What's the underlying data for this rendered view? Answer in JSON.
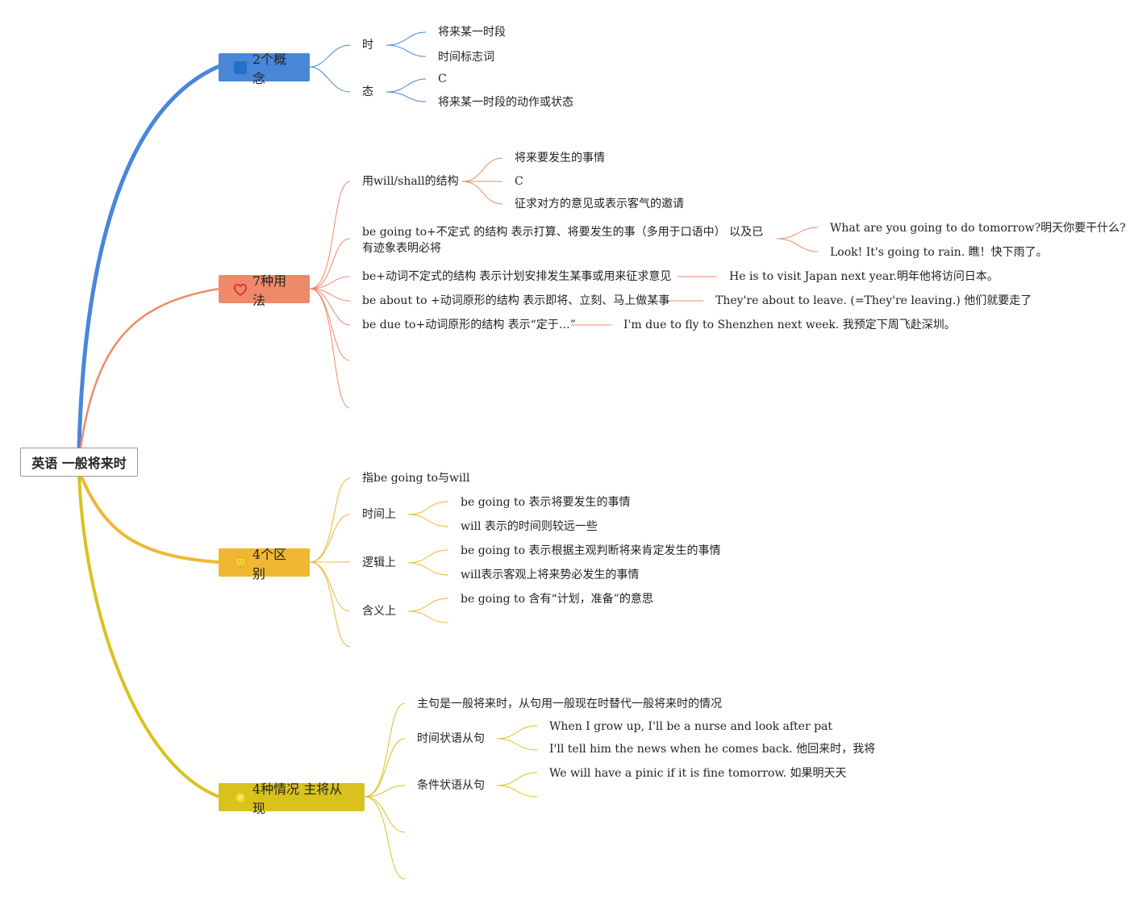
{
  "root": "英语 一般将来时",
  "colors": {
    "blue": "#4a86d8",
    "orange": "#ee8a6a",
    "yellow": "#f0b732",
    "olive": "#d9c21e"
  },
  "branches": [
    {
      "label": "2个概念",
      "icon": "square-icon",
      "children": [
        {
          "label": "时",
          "children": [
            {
              "label": "将来某一时段"
            },
            {
              "label": "时间标志词"
            }
          ]
        },
        {
          "label": "态",
          "children": [
            {
              "label": "C"
            },
            {
              "label": "将来某一时段的动作或状态"
            }
          ]
        }
      ]
    },
    {
      "label": "7种用法",
      "icon": "heart-icon",
      "children": [
        {
          "label": "用will/shall的结构",
          "children": [
            {
              "label": "将来要发生的事情"
            },
            {
              "label": "C"
            },
            {
              "label": "征求对方的意见或表示客气的邀请"
            }
          ]
        },
        {
          "label": "be going to+不定式 的结构 表示打算、将要发生的事（多用于口语中） 以及已有迹象表明必将",
          "children": [
            {
              "label": "What are you going to do tomorrow?明天你要干什么?"
            },
            {
              "label": "Look! It's going to rain. 瞧！快下雨了。"
            }
          ]
        },
        {
          "label": "be+动词不定式的结构 表示计划安排发生某事或用来征求意见",
          "children": [
            {
              "label": "He is to visit Japan next year.明年他将访问日本。"
            }
          ]
        },
        {
          "label": "be about to +动词原形的结构 表示即将、立刻、马上做某事",
          "children": [
            {
              "label": "They're about to leave. (=They're leaving.) 他们就要走了"
            }
          ]
        },
        {
          "label": "be due to+动词原形的结构 表示“定于…”",
          "children": [
            {
              "label": "I'm due to fly to Shenzhen next week. 我预定下周飞赴深圳。"
            }
          ]
        }
      ]
    },
    {
      "label": "4个区别",
      "icon": "diamond-icon",
      "children": [
        {
          "label": "指be going to与will"
        },
        {
          "label": "时间上",
          "children": [
            {
              "label": "be going to 表示将要发生的事情"
            },
            {
              "label": "will 表示的时间则较远一些"
            }
          ]
        },
        {
          "label": "逻辑上",
          "children": [
            {
              "label": "be going to 表示根据主观判断将来肯定发生的事情"
            },
            {
              "label": "will表示客观上将来势必发生的事情"
            }
          ]
        },
        {
          "label": "含义上",
          "children": [
            {
              "label": "be going to 含有“计划，准备”的意思"
            }
          ]
        }
      ]
    },
    {
      "label": "4种情况 主将从现",
      "icon": "sun-icon",
      "children": [
        {
          "label": "主句是一般将来时，从句用一般现在时替代一般将来时的情况"
        },
        {
          "label": "时间状语从句",
          "children": [
            {
              "label": "When I grow up, I'll be a nurse and look after pat"
            },
            {
              "label": "I'll tell him the news when he comes back. 他回来时，我将"
            }
          ]
        },
        {
          "label": "条件状语从句",
          "children": [
            {
              "label": "We will have a pinic if it is fine tomorrow. 如果明天天"
            }
          ]
        }
      ]
    }
  ]
}
